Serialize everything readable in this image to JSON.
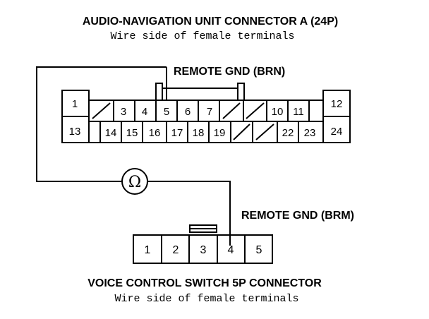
{
  "connector_a": {
    "title": "AUDIO-NAVIGATION UNIT CONNECTOR A (24P)",
    "subtitle": "Wire side of female terminals",
    "probe_label": "REMOTE GND (BRN)",
    "pins": [
      "1",
      "3",
      "4",
      "5",
      "6",
      "7",
      "10",
      "11",
      "12",
      "13",
      "14",
      "15",
      "16",
      "17",
      "18",
      "19",
      "22",
      "23",
      "24"
    ]
  },
  "meter": {
    "symbol": "Ω"
  },
  "connector_b": {
    "probe_label": "REMOTE GND (BRM)",
    "pins": [
      "1",
      "2",
      "3",
      "4",
      "5"
    ],
    "title": "VOICE CONTROL SWITCH 5P CONNECTOR",
    "subtitle": "Wire side of female terminals"
  }
}
